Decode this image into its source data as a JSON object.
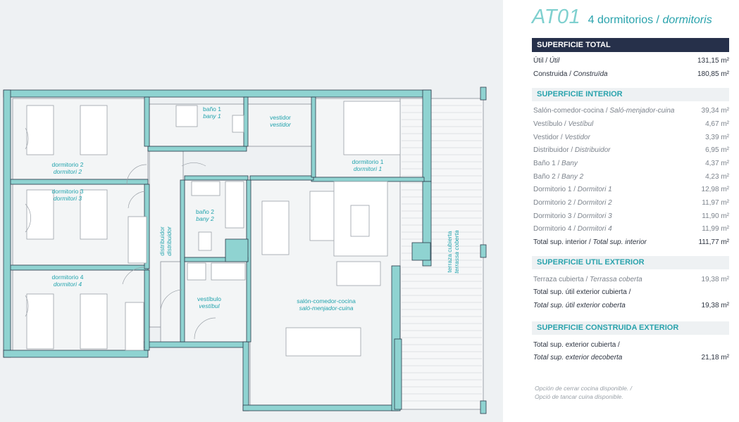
{
  "unit": {
    "code": "AT01",
    "rooms_es": "4 dormitorios /",
    "rooms_ca": "dormitoris"
  },
  "sections": {
    "total": {
      "title": "SUPERFICIE TOTAL",
      "rows": [
        {
          "es": "Útil /",
          "ca": "Útil",
          "value": "131,15 m²"
        },
        {
          "es": "Construida /",
          "ca": "Construïda",
          "value": "180,85 m²"
        }
      ]
    },
    "interior": {
      "title": "SUPERFICIE INTERIOR",
      "rows": [
        {
          "es": "Salón-comedor-cocina /",
          "ca": "Saló-menjador-cuina",
          "value": "39,34 m²"
        },
        {
          "es": "Vestíbulo /",
          "ca": "Vestíbul",
          "value": "4,67 m²"
        },
        {
          "es": "Vestidor /",
          "ca": "Vestidor",
          "value": "3,39 m²"
        },
        {
          "es": "Distribuidor /",
          "ca": "Distribuidor",
          "value": "6,95 m²"
        },
        {
          "es": "Baño 1 /",
          "ca": "Bany",
          "value": "4,37 m²"
        },
        {
          "es": "Baño 2 /",
          "ca": "Bany 2",
          "value": "4,23 m²"
        },
        {
          "es": "Dormitorio 1 /",
          "ca": "Dormitori 1",
          "value": "12,98 m²"
        },
        {
          "es": "Dormitorio 2 /",
          "ca": "Dormitori 2",
          "value": "11,97 m²"
        },
        {
          "es": "Dormitorio 3 /",
          "ca": "Dormitori 3",
          "value": "11,90 m²"
        },
        {
          "es": "Dormitorio 4 /",
          "ca": "Dormitori 4",
          "value": "11,99 m²"
        },
        {
          "es": "Total sup. interior /",
          "ca": "Total sup. interior",
          "value": "111,77 m²"
        }
      ]
    },
    "util_exterior": {
      "title": "SUPERFICIE UTIL EXTERIOR",
      "rows": [
        {
          "es": "Terraza cubierta /",
          "ca": "Terrassa coberta",
          "value": "19,38 m²"
        },
        {
          "es": "Total sup. útil exterior cubierta /",
          "ca": "",
          "value": ""
        },
        {
          "es": "",
          "ca": "Total sup. útil exterior coberta",
          "value": "19,38 m²"
        }
      ]
    },
    "construida_exterior": {
      "title": "SUPERFICIE CONSTRUIDA EXTERIOR",
      "rows": [
        {
          "es": "Total sup. exterior cubierta /",
          "ca": "",
          "value": ""
        },
        {
          "es": "",
          "ca": "Total sup. exterior decoberta",
          "value": "21,18 m²"
        }
      ]
    }
  },
  "note": {
    "es": "Opción de cerrar cocina disponible. /",
    "ca": "Opció de tancar cuina disponible."
  },
  "plan": {
    "rooms": {
      "bano1": {
        "es": "baño 1",
        "ca": "bany 1"
      },
      "vestidor": {
        "es": "vestidor",
        "ca": "vestidor"
      },
      "dorm1": {
        "es": "dormitorio 1",
        "ca": "dormitori 1"
      },
      "dorm2": {
        "es": "dormitorio 2",
        "ca": "dormitori 2"
      },
      "dorm3": {
        "es": "dormitorio 3",
        "ca": "dormitori 3"
      },
      "dorm4": {
        "es": "dormitorio 4",
        "ca": "dormitori 4"
      },
      "bano2": {
        "es": "baño 2",
        "ca": "bany 2"
      },
      "distribuidor": {
        "es": "distribuidor",
        "ca": "distribuidor"
      },
      "vestibulo": {
        "es": "vestíbulo",
        "ca": "vestíbul"
      },
      "salon": {
        "es": "salón-comedor-cocina",
        "ca": "saló-menjador-cuina"
      },
      "terraza": {
        "es": "terraza cubierta",
        "ca": "terrassa coberta"
      }
    }
  },
  "colors": {
    "wall": "#8fd3d1",
    "wall_outline": "#2b3a4a",
    "heading_dark": "#26304a",
    "accent": "#2aa3ad",
    "plan_bg": "#eef1f3"
  }
}
